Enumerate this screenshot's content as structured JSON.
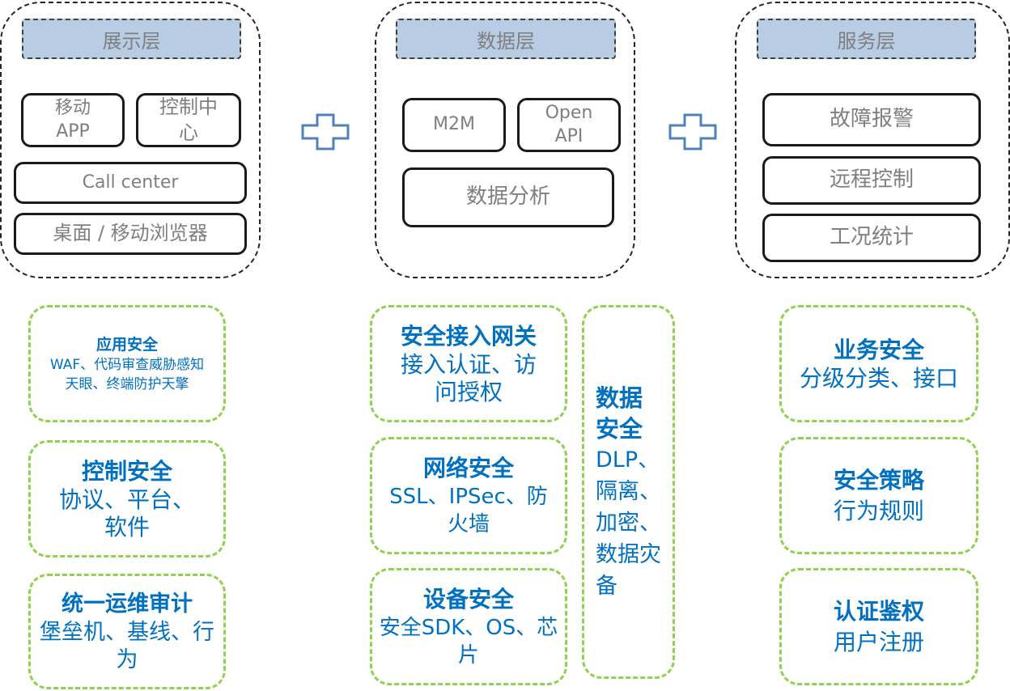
{
  "layers": {
    "presentation": {
      "title": "展示层",
      "items": [
        "移动APP",
        "控制中心",
        "Call center",
        "桌面 / 移动浏览器"
      ]
    },
    "data": {
      "title": "数据层",
      "items": [
        "M2M",
        "Open API",
        "数据分析"
      ]
    },
    "service": {
      "title": "服务层",
      "items": [
        "故障报警",
        "远程控制",
        "工况统计"
      ]
    }
  },
  "security": {
    "app": {
      "title": "应用安全",
      "desc": "WAF、代码审查威胁感知天眼、终端防护天擎"
    },
    "control": {
      "title": "控制安全",
      "desc": "协议、平台、软件"
    },
    "ops": {
      "title": "统一运维审计",
      "desc": "堡垒机、基线、行为"
    },
    "gateway": {
      "title": "安全接入网关",
      "desc": "接入认证、访问授权"
    },
    "network": {
      "title": "网络安全",
      "desc": "SSL、IPSec、防火墙"
    },
    "device": {
      "title": "设备安全",
      "desc": "安全SDK、OS、芯片"
    },
    "data": {
      "title": "数据安全",
      "desc": "DLP、隔离、加密、数据灾备"
    },
    "business": {
      "title": "业务安全",
      "desc": "分级分类、接口"
    },
    "policy": {
      "title": "安全策略",
      "desc": "行为规则"
    },
    "auth": {
      "title": "认证鉴权",
      "desc": "用户注册"
    }
  },
  "colors": {
    "title_fill": "#b8cce4",
    "security_border": "#92d050",
    "security_text": "#0070c0",
    "plus": "#4f81bd"
  }
}
